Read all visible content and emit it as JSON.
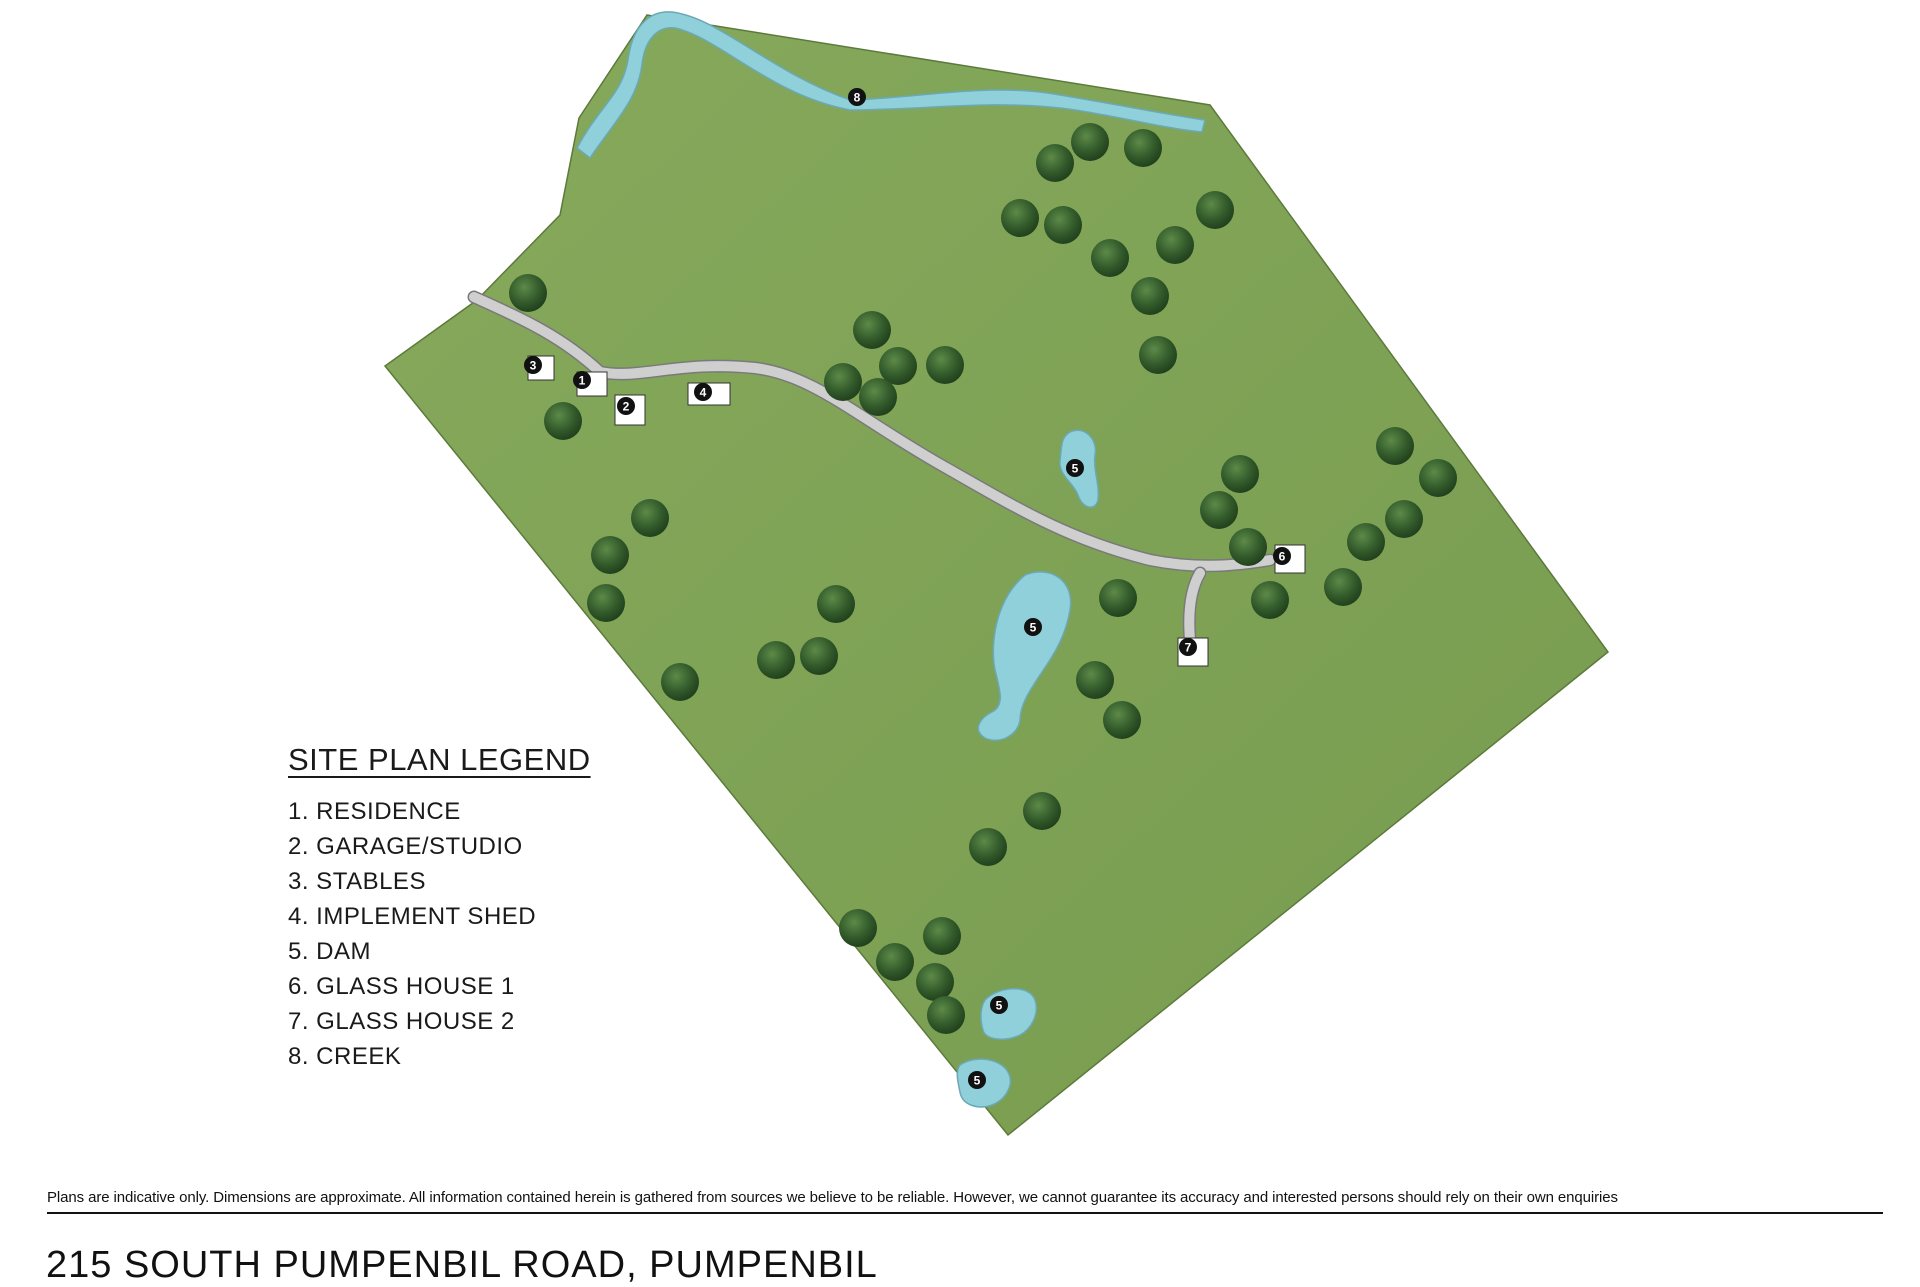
{
  "legend": {
    "title": "SITE PLAN LEGEND",
    "items": [
      "1. RESIDENCE",
      "2. GARAGE/STUDIO",
      "3. STABLES",
      "4. IMPLEMENT SHED",
      "5. DAM",
      "6. GLASS HOUSE 1",
      "7. GLASS HOUSE 2",
      "8. CREEK"
    ]
  },
  "markers": {
    "m1": "1",
    "m2": "2",
    "m3": "3",
    "m4": "4",
    "m5a": "5",
    "m5b": "5",
    "m5c": "5",
    "m5d": "5",
    "m6": "6",
    "m7": "7",
    "m8": "8"
  },
  "footer": {
    "disclaimer": "Plans are indicative only. Dimensions are approximate. All information contained herein is gathered from sources we believe to be reliable. However, we cannot guarantee its accuracy and interested persons should rely on their own enquiries",
    "address": "215 SOUTH PUMPENBIL ROAD, PUMPENBIL"
  },
  "colors": {
    "land": "#7fa155",
    "tree": "#2f5a26",
    "water": "#8fd0da",
    "road": "#c9c9c9",
    "marker": "#111111"
  }
}
